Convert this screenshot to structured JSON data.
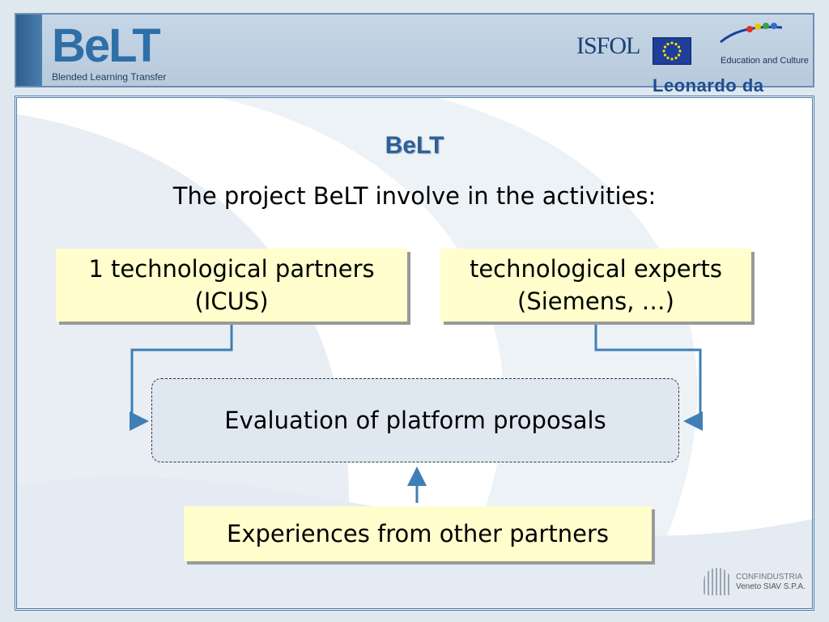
{
  "header": {
    "logo_text": "BeLT",
    "logo_subtitle": "Blended Learning Transfer",
    "isfol_text": "ISFOL",
    "education_culture": "Education and Culture",
    "program_name": "Leonardo da Vinci"
  },
  "slide": {
    "title": "BeLT",
    "subtitle": "The project BeLT involve in the activities:",
    "box_left": {
      "line1": "1 technological partners",
      "line2": "(ICUS)"
    },
    "box_right": {
      "line1": "technological experts",
      "line2": "(Siemens, …)"
    },
    "center_box": "Evaluation of platform proposals",
    "bottom_box": "Experiences from other partners",
    "footer_logo": {
      "line1": "CONFINDUSTRIA",
      "line2": "Veneto SIAV S.P.A."
    }
  },
  "colors": {
    "accent": "#2f6fa8",
    "connector": "#3f7fb5",
    "box_fill": "#fffecc",
    "center_fill": "#dfe8f1"
  },
  "icons": [
    "eu-flag-icon",
    "confindustria-icon"
  ]
}
